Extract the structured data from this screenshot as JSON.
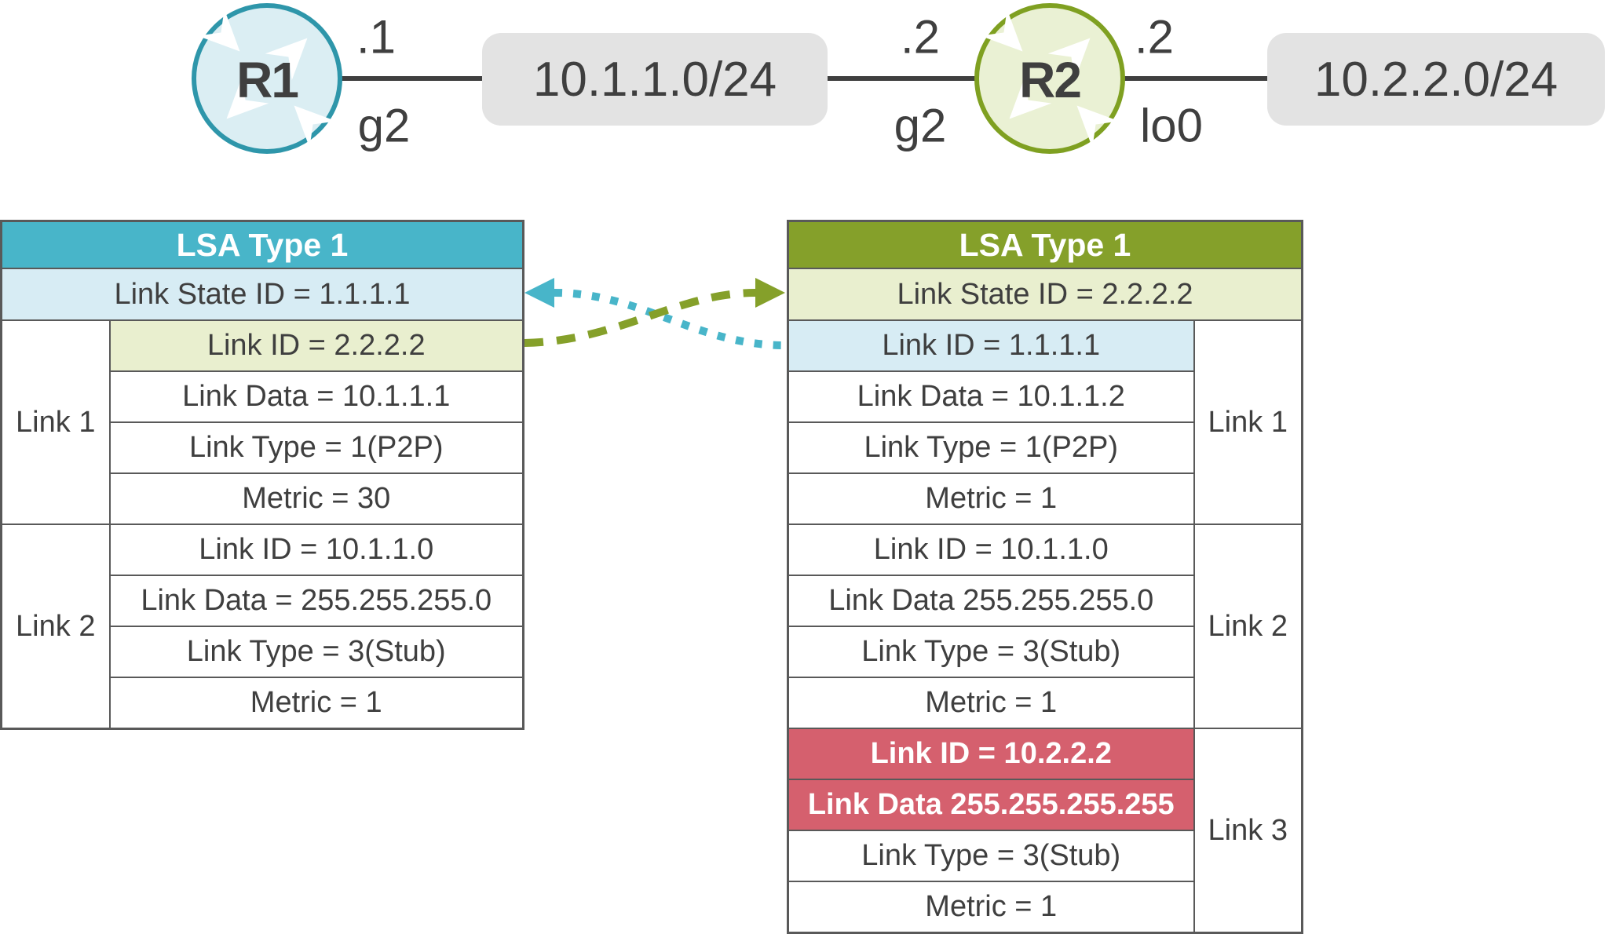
{
  "colors": {
    "teal_header": "#48B5C9",
    "teal_stroke": "#2E96AA",
    "light_blue": "#D7ECF4",
    "olive_header": "#85A02A",
    "olive_stroke": "#7FA021",
    "light_green": "#E9EFCF",
    "red_highlight": "#D5606E",
    "gray_network_box": "#E3E3E3",
    "table_border": "#595959",
    "text": "#3F3F3F"
  },
  "topology": {
    "r1": {
      "name": "R1",
      "if_addr": ".1",
      "if_name": "g2"
    },
    "net1": "10.1.1.0/24",
    "r2": {
      "name": "R2",
      "left_addr": ".2",
      "left_if": "g2",
      "right_addr": ".2",
      "right_if": "lo0"
    },
    "net2": "10.2.2.0/24"
  },
  "left_table": {
    "title": "LSA Type 1",
    "link_state_id": "Link State ID = 1.1.1.1",
    "links": [
      {
        "label": "Link 1",
        "rows": [
          "Link ID = 2.2.2.2",
          "Link Data = 10.1.1.1",
          "Link Type = 1(P2P)",
          "Metric = 30"
        ]
      },
      {
        "label": "Link 2",
        "rows": [
          "Link ID = 10.1.1.0",
          "Link Data = 255.255.255.0",
          "Link Type = 3(Stub)",
          "Metric = 1"
        ]
      }
    ]
  },
  "right_table": {
    "title": "LSA Type 1",
    "link_state_id": "Link State ID = 2.2.2.2",
    "links": [
      {
        "label": "Link 1",
        "rows": [
          "Link ID = 1.1.1.1",
          "Link Data = 10.1.1.2",
          "Link Type = 1(P2P)",
          "Metric = 1"
        ]
      },
      {
        "label": "Link 2",
        "rows": [
          "Link ID = 10.1.1.0",
          "Link Data 255.255.255.0",
          "Link Type = 3(Stub)",
          "Metric = 1"
        ]
      },
      {
        "label": "Link 3",
        "rows": [
          "Link ID = 10.2.2.2",
          "Link Data 255.255.255.255",
          "Link Type = 3(Stub)",
          "Metric = 1"
        ]
      }
    ]
  },
  "arrows": [
    {
      "name": "r2-link-id-points-to-r1-lsid",
      "style": "dotted",
      "color": "#48B5C9"
    },
    {
      "name": "r1-link-id-points-to-r2-lsid",
      "style": "dashed",
      "color": "#85A02A"
    }
  ]
}
